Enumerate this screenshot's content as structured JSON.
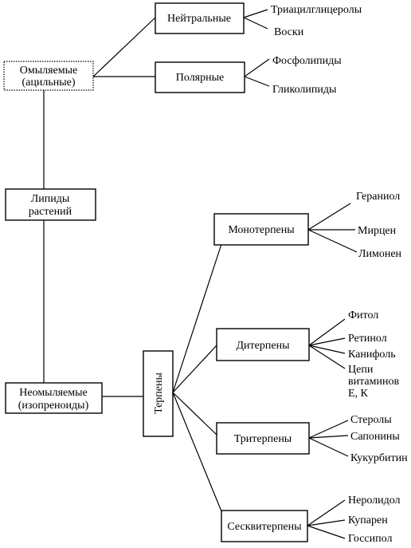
{
  "nodes": {
    "root": {
      "lines": [
        "Липиды",
        "растений"
      ]
    },
    "saponifiable": {
      "lines": [
        "Омыляемые",
        "(ацильные)"
      ]
    },
    "unsaponifiable": {
      "lines": [
        "Неомыляемые",
        "(изопреноиды)"
      ]
    },
    "neutral": {
      "lines": [
        "Нейтральные"
      ]
    },
    "polar": {
      "lines": [
        "Полярные"
      ]
    },
    "terpenes": {
      "lines": [
        "Терпены"
      ]
    },
    "monoterpenes": {
      "lines": [
        "Монотерпены"
      ]
    },
    "diterpenes": {
      "lines": [
        "Дитерпены"
      ]
    },
    "triterpenes": {
      "lines": [
        "Тритерпены"
      ]
    },
    "sesquiterpenes": {
      "lines": [
        "Сесквитерпены"
      ]
    }
  },
  "leaves": {
    "neutral": [
      "Триацилглицеролы",
      "Воски"
    ],
    "polar": [
      "Фосфолипиды",
      "Гликолипиды"
    ],
    "monoterpenes": [
      "Гераниол",
      "Мирцен",
      "Лимонен"
    ],
    "diterpenes": [
      "Фитол",
      "Ретинол",
      "Канифоль",
      "Цепи витаминов Е, К"
    ],
    "triterpenes": [
      "Стеролы",
      "Сапонины",
      "Кукурбитин"
    ],
    "sesquiterpenes": [
      "Неролидол",
      "Купарен",
      "Госсипол"
    ]
  }
}
